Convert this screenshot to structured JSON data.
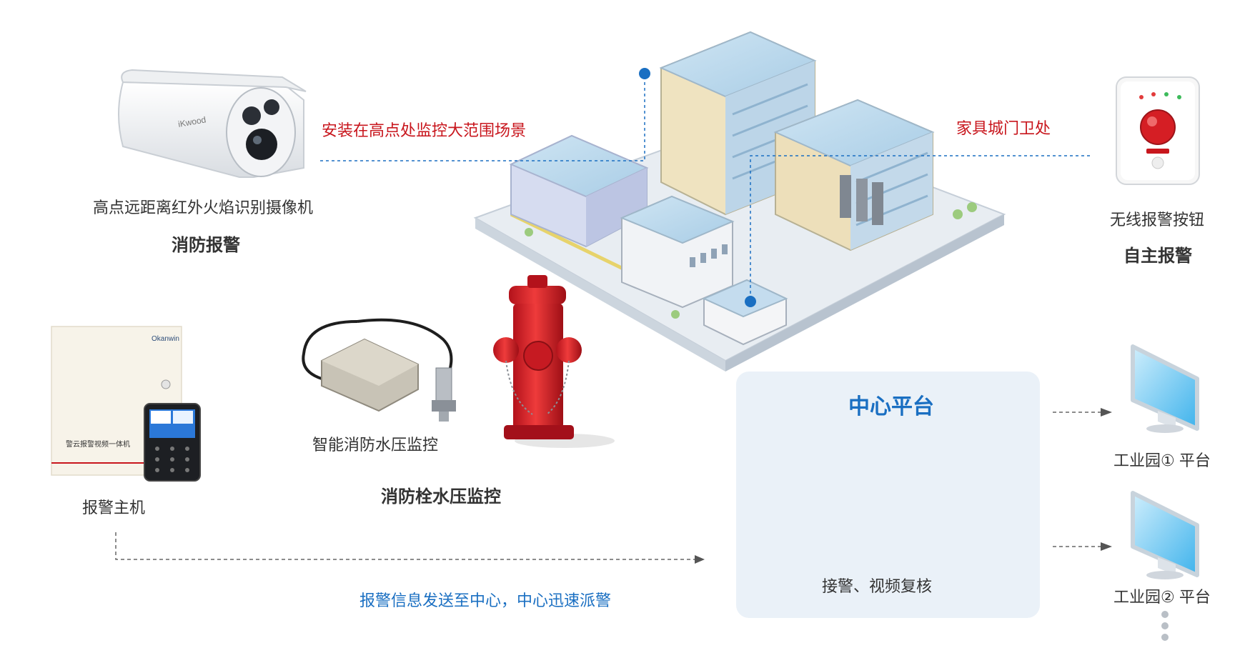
{
  "camera": {
    "caption": "高点远距离红外火焰识别摄像机",
    "category": "消防报警",
    "callout": "安装在高点处监控大范围场景"
  },
  "alarm_button": {
    "callout": "家具城门卫处",
    "caption": "无线报警按钮",
    "category": "自主报警"
  },
  "alarm_host": {
    "caption": "报警主机",
    "flow_text": "报警信息发送至中心，中心迅速派警"
  },
  "pressure": {
    "sensor_caption": "智能消防水压监控",
    "category": "消防栓水压监控"
  },
  "center": {
    "title": "中心平台",
    "caption": "接警、视频复核"
  },
  "parks": [
    {
      "label": "工业园① 平台"
    },
    {
      "label": "工业园② 平台"
    }
  ],
  "colors": {
    "accent_blue": "#1a6fc2",
    "accent_red": "#c8161d",
    "center_bg": "#eaf1f8"
  }
}
